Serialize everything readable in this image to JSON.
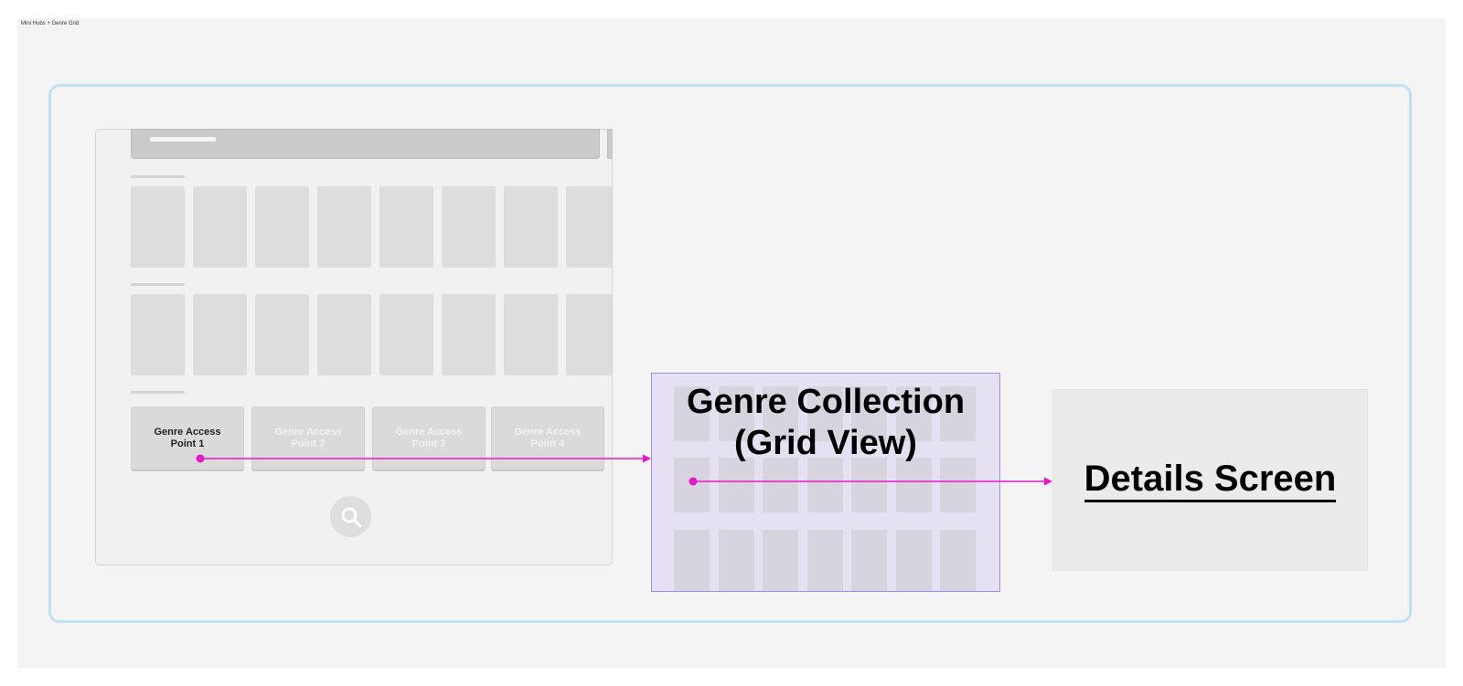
{
  "frame": {
    "title": "Mini Hubs + Genre Grid"
  },
  "genre_buttons": [
    {
      "label": "Genre Access Point 1",
      "state": "active"
    },
    {
      "label": "Genre Access Point 2",
      "state": "faded"
    },
    {
      "label": "Genre Access Point 3",
      "state": "faded"
    },
    {
      "label": "Genre Access Point 4",
      "state": "faded"
    }
  ],
  "grid_view": {
    "title": "Genre Collection (Grid View)"
  },
  "details": {
    "title": "Details Screen"
  },
  "icons": {
    "search": "search-icon"
  },
  "colors": {
    "connector": "#e619c8",
    "outer_border": "#bfe0f7",
    "grid_fill": "#e6e0f3",
    "grid_border": "#a68be5"
  }
}
